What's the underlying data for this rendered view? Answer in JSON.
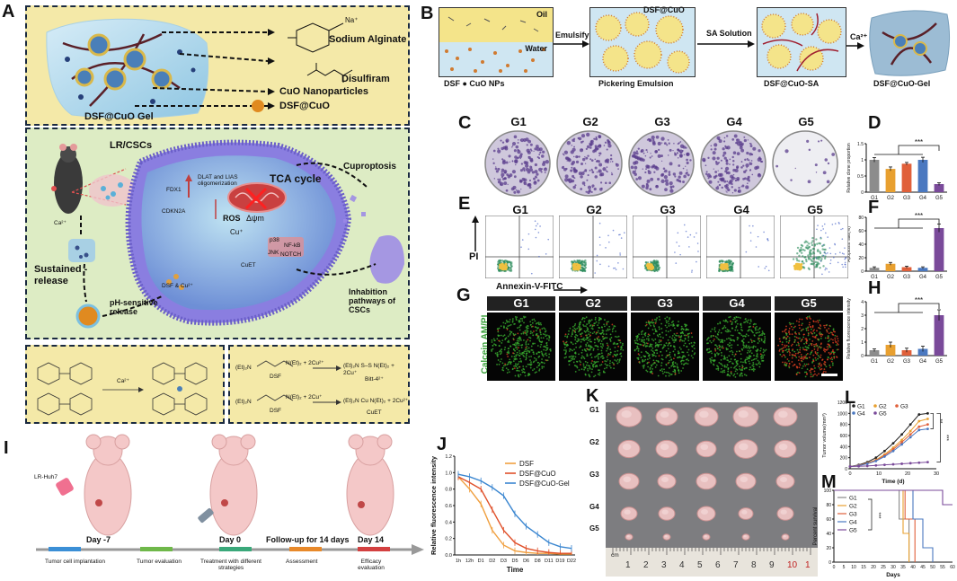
{
  "panel_labels": {
    "A": "A",
    "B": "B",
    "C": "C",
    "D": "D",
    "E": "E",
    "F": "F",
    "G": "G",
    "H": "H",
    "I": "I",
    "J": "J",
    "K": "K",
    "L": "L",
    "M": "M"
  },
  "panelA": {
    "components": [
      "Sodium Alginate",
      "Disulfiram",
      "CuO Nanoparticles",
      "DSF@CuO"
    ],
    "gel_label": "DSF@CuO Gel",
    "na_label": "Na⁺",
    "mech": {
      "lr_cscs": "LR/CSCs",
      "tca": "TCA cycle",
      "cuproptosis": "Cuproptosis",
      "fdx1": "FDX1",
      "cdkn2a": "CDKN2A",
      "dlat": "DLAT and LIAS oligomerization",
      "ros": "ROS",
      "psi": "Δψm",
      "cu_plus": "Cu⁺",
      "cuet": "CuET",
      "p38": "p38",
      "nfkb": "NF-kB",
      "jnk": "JNK",
      "notch": "NOTCH",
      "inhibition": "Inhabition pathways of CSCs",
      "sustained": "Sustained -release",
      "ph": "pH-sensitive release",
      "dsfcu": "DSF & Cu²⁺",
      "ca_mouse": "Ca²⁺"
    },
    "chem": {
      "ca": "Ca²⁺",
      "eq1_left": "(Et)₂N",
      "eq1_right": "N(Et)₂ + 2Cu²⁺",
      "eq1_prod": "Bitt-4²⁺",
      "eq1_prod_formula": "(Et)₂N  S–S  N(Et)₂ + 2Cu⁺",
      "dsf": "DSF",
      "eq2_left": "(Et)₂N",
      "eq2_right": "N(Et)₂ + 2Cu⁺",
      "eq2_prod": "CuET",
      "eq2_prod_formula": "(Et)₂N  Cu  N(Et)₂ + 2Cu²⁺"
    }
  },
  "panelB": {
    "oil": "Oil",
    "water": "Water",
    "legend": "DSF ● CuO NPs",
    "emulsify": "Emulsify",
    "sa_solution": "SA Solution",
    "ca": "Ca²⁺",
    "dsfcuo": "DSF@CuO",
    "steps": [
      "Pickering Emulsion",
      "DSF@CuO-SA",
      "DSF@CuO-Gel"
    ]
  },
  "groups": [
    "G1",
    "G2",
    "G3",
    "G4",
    "G5"
  ],
  "panelE": {
    "xlabel": "Annexin-V-FITC",
    "ylabel": "PI"
  },
  "panelG": {
    "ylabel": "Calcein AM/PI"
  },
  "panelI": {
    "cell_label": "LR-Huh7",
    "days": [
      "Day -7",
      "Day 0",
      "Follow-up for 14 days",
      "Day 14"
    ],
    "steps": [
      "Tumor cell implantation",
      "Tumor evaluation",
      "Treatment with different strategies",
      "Assessment",
      "Efficacy evaluation"
    ],
    "colors": [
      "#3b8fd6",
      "#6fb84a",
      "#3aa87a",
      "#e8892a",
      "#d34040"
    ]
  },
  "panelK": {
    "rows": [
      "G1",
      "G2",
      "G3",
      "G4",
      "G5"
    ],
    "ruler": [
      "1",
      "2",
      "3",
      "4",
      "5",
      "6",
      "7",
      "8",
      "9",
      "10",
      "1"
    ],
    "cm": "cm"
  },
  "chart_data": [
    {
      "id": "D",
      "type": "bar",
      "categories": [
        "G1",
        "G2",
        "G3",
        "G4",
        "G5"
      ],
      "values": [
        1.0,
        0.72,
        0.88,
        1.0,
        0.25
      ],
      "errors": [
        0.07,
        0.06,
        0.04,
        0.08,
        0.04
      ],
      "colors": [
        "#8c8c8c",
        "#e8a030",
        "#e0603a",
        "#4a78c0",
        "#7a4a9a"
      ],
      "ylabel": "Relative clone proportion",
      "ylim": [
        0,
        1.5
      ],
      "yticks": [
        0.0,
        0.5,
        1.0,
        1.5
      ],
      "sig": "***"
    },
    {
      "id": "F",
      "type": "bar",
      "categories": [
        "G1",
        "G2",
        "G3",
        "G4",
        "G5"
      ],
      "values": [
        5,
        11,
        6,
        5,
        64
      ],
      "errors": [
        1.5,
        2,
        1.5,
        1.5,
        6
      ],
      "colors": [
        "#8c8c8c",
        "#e8a030",
        "#e0603a",
        "#4a78c0",
        "#7a4a9a"
      ],
      "ylabel": "Apoptosis rate(%)",
      "ylim": [
        0,
        80
      ],
      "yticks": [
        0,
        20,
        40,
        60,
        80
      ],
      "sig": "***"
    },
    {
      "id": "H",
      "type": "bar",
      "categories": [
        "G1",
        "G2",
        "G3",
        "G4",
        "G5"
      ],
      "values": [
        0.4,
        0.8,
        0.4,
        0.5,
        3.0
      ],
      "errors": [
        0.1,
        0.2,
        0.15,
        0.2,
        0.4
      ],
      "colors": [
        "#8c8c8c",
        "#e8a030",
        "#e0603a",
        "#4a78c0",
        "#7a4a9a"
      ],
      "ylabel": "Relative fluorescence intensity",
      "ylim": [
        0,
        4
      ],
      "yticks": [
        0,
        1,
        2,
        3,
        4
      ],
      "sig": "***"
    },
    {
      "id": "J",
      "type": "line",
      "x": [
        "1h",
        "12h",
        "D1",
        "D2",
        "D3",
        "D5",
        "D6",
        "D8",
        "D11",
        "D19",
        "D22"
      ],
      "ylabel": "Relative fluorescence intensity",
      "xlabel": "Time",
      "ylim": [
        0,
        1.2
      ],
      "yticks": [
        0.0,
        0.2,
        0.4,
        0.6,
        0.8,
        1.0,
        1.2
      ],
      "series": [
        {
          "name": "DSF",
          "color": "#f0a040",
          "values": [
            0.95,
            0.8,
            0.62,
            0.3,
            0.12,
            0.05,
            0.03,
            0.02,
            0.02,
            0.01,
            0.01
          ]
        },
        {
          "name": "DSF@CuO",
          "color": "#e0502a",
          "values": [
            0.95,
            0.88,
            0.8,
            0.55,
            0.3,
            0.15,
            0.08,
            0.05,
            0.03,
            0.02,
            0.02
          ]
        },
        {
          "name": "DSF@CuO-Gel",
          "color": "#3a86d0",
          "values": [
            0.98,
            0.95,
            0.9,
            0.82,
            0.72,
            0.5,
            0.35,
            0.25,
            0.15,
            0.1,
            0.08
          ]
        }
      ]
    },
    {
      "id": "L",
      "type": "line",
      "x": [
        0,
        3,
        6,
        9,
        12,
        15,
        18,
        21,
        24,
        27
      ],
      "xlabel": "Time (d)",
      "ylabel": "Tumor volume(mm³)",
      "ylim": [
        0,
        1200
      ],
      "yticks": [
        0,
        200,
        400,
        600,
        800,
        1000,
        1200
      ],
      "xticks": [
        0,
        10,
        20,
        30
      ],
      "series": [
        {
          "name": "G1",
          "color": "#222222",
          "values": [
            40,
            70,
            120,
            200,
            320,
            460,
            620,
            800,
            980,
            1000
          ]
        },
        {
          "name": "G2",
          "color": "#e8a030",
          "values": [
            40,
            60,
            100,
            160,
            260,
            380,
            520,
            680,
            860,
            900
          ]
        },
        {
          "name": "G3",
          "color": "#e0603a",
          "values": [
            40,
            60,
            95,
            150,
            240,
            350,
            480,
            620,
            760,
            800
          ]
        },
        {
          "name": "G4",
          "color": "#4a78c0",
          "values": [
            40,
            55,
            90,
            140,
            220,
            320,
            440,
            570,
            700,
            720
          ]
        },
        {
          "name": "G5",
          "color": "#7a4a9a",
          "values": [
            40,
            45,
            50,
            60,
            70,
            80,
            90,
            100,
            110,
            120
          ]
        }
      ],
      "sig": [
        "**",
        "***"
      ]
    },
    {
      "id": "M",
      "type": "line",
      "x": [
        0,
        5,
        10,
        15,
        20,
        25,
        30,
        35,
        40,
        45,
        50,
        55,
        60
      ],
      "xlabel": "Days",
      "ylabel": "Percent survival",
      "ylim": [
        0,
        100
      ],
      "yticks": [
        0,
        20,
        40,
        60,
        80,
        100
      ],
      "xticks": [
        0,
        5,
        10,
        15,
        20,
        25,
        30,
        35,
        40,
        45,
        50,
        55,
        60
      ],
      "series": [
        {
          "name": "G1",
          "color": "#888888",
          "steps": [
            [
              0,
              100
            ],
            [
              33,
              100
            ],
            [
              33,
              60
            ],
            [
              38,
              60
            ],
            [
              38,
              0
            ]
          ]
        },
        {
          "name": "G2",
          "color": "#e8a030",
          "steps": [
            [
              0,
              100
            ],
            [
              35,
              100
            ],
            [
              35,
              40
            ],
            [
              38,
              40
            ],
            [
              38,
              0
            ]
          ]
        },
        {
          "name": "G3",
          "color": "#e0603a",
          "steps": [
            [
              0,
              100
            ],
            [
              36,
              100
            ],
            [
              36,
              60
            ],
            [
              41,
              60
            ],
            [
              41,
              0
            ]
          ]
        },
        {
          "name": "G4",
          "color": "#4a78c0",
          "steps": [
            [
              0,
              100
            ],
            [
              40,
              100
            ],
            [
              40,
              60
            ],
            [
              45,
              60
            ],
            [
              45,
              20
            ],
            [
              50,
              20
            ],
            [
              50,
              0
            ]
          ]
        },
        {
          "name": "G5",
          "color": "#7a4a9a",
          "steps": [
            [
              0,
              100
            ],
            [
              55,
              100
            ],
            [
              55,
              80
            ],
            [
              60,
              80
            ]
          ]
        }
      ],
      "sig": "***"
    }
  ]
}
